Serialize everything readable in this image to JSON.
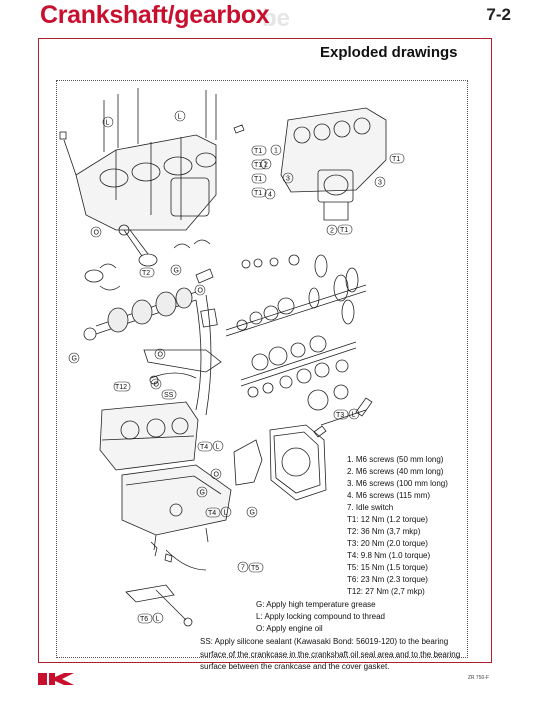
{
  "header": {
    "title": "Crankshaft/gearbox",
    "ghost": "be",
    "page_number": "7-2"
  },
  "section_heading": "Exploded drawings",
  "legend": {
    "screws": [
      "1. M6 screws (50 mm long)",
      "2. M6 screws (40 mm long)",
      "3. M6 screws (100 mm long)",
      "4. M6 screws (115 mm)",
      "7. Idle switch"
    ],
    "torques": [
      "T1: 12 Nm (1.2 torque)",
      "T2: 36 Nm (3,7 mkp)",
      "T3: 20 Nm (2.0 torque)",
      "T4: 9.8 Nm (1.0 torque)",
      "T5: 15 Nm (1.5 torque)",
      "T6: 23 Nm (2.3 torque)",
      "T12: 27 Nm (2,7 mkp)"
    ],
    "notes": [
      "G: Apply high temperature grease",
      "L: Apply locking compound to thread",
      "O: Apply engine oil"
    ],
    "ss_note": "SS: Apply silicone sealant (Kawasaki Bond: 56019-120) to the bearing surface of the crankcase in the crankshaft oil seal area and to the bearing surface between the crankcase and the cover gasket."
  },
  "callouts": {
    "l1": "L",
    "l2": "L",
    "t1a": "T1",
    "t1b": "T1",
    "t1c": "T1",
    "t1d": "T1",
    "t1e": "T1",
    "n2a": "2",
    "n1": "1",
    "n3a": "3",
    "n3b": "3",
    "n4": "4",
    "n2b": "2",
    "t1f": "T1",
    "o1": "O",
    "t2": "T2",
    "g1": "G",
    "o2": "O",
    "o3": "O",
    "o4": "O",
    "g2": "G",
    "t12": "T12",
    "ss": "SS",
    "t4a": "T4",
    "l3": "L",
    "t3": "T3",
    "l4": "L",
    "o5": "O",
    "g3": "G",
    "t4b": "T4",
    "l5": "L",
    "g4": "G",
    "n7": "7",
    "t5": "T5",
    "t6": "T6",
    "l6": "L"
  },
  "footer": {
    "reference": "ZR 750-F"
  },
  "colors": {
    "brand_red": "#c8102e",
    "frame_red": "#b0202a"
  }
}
